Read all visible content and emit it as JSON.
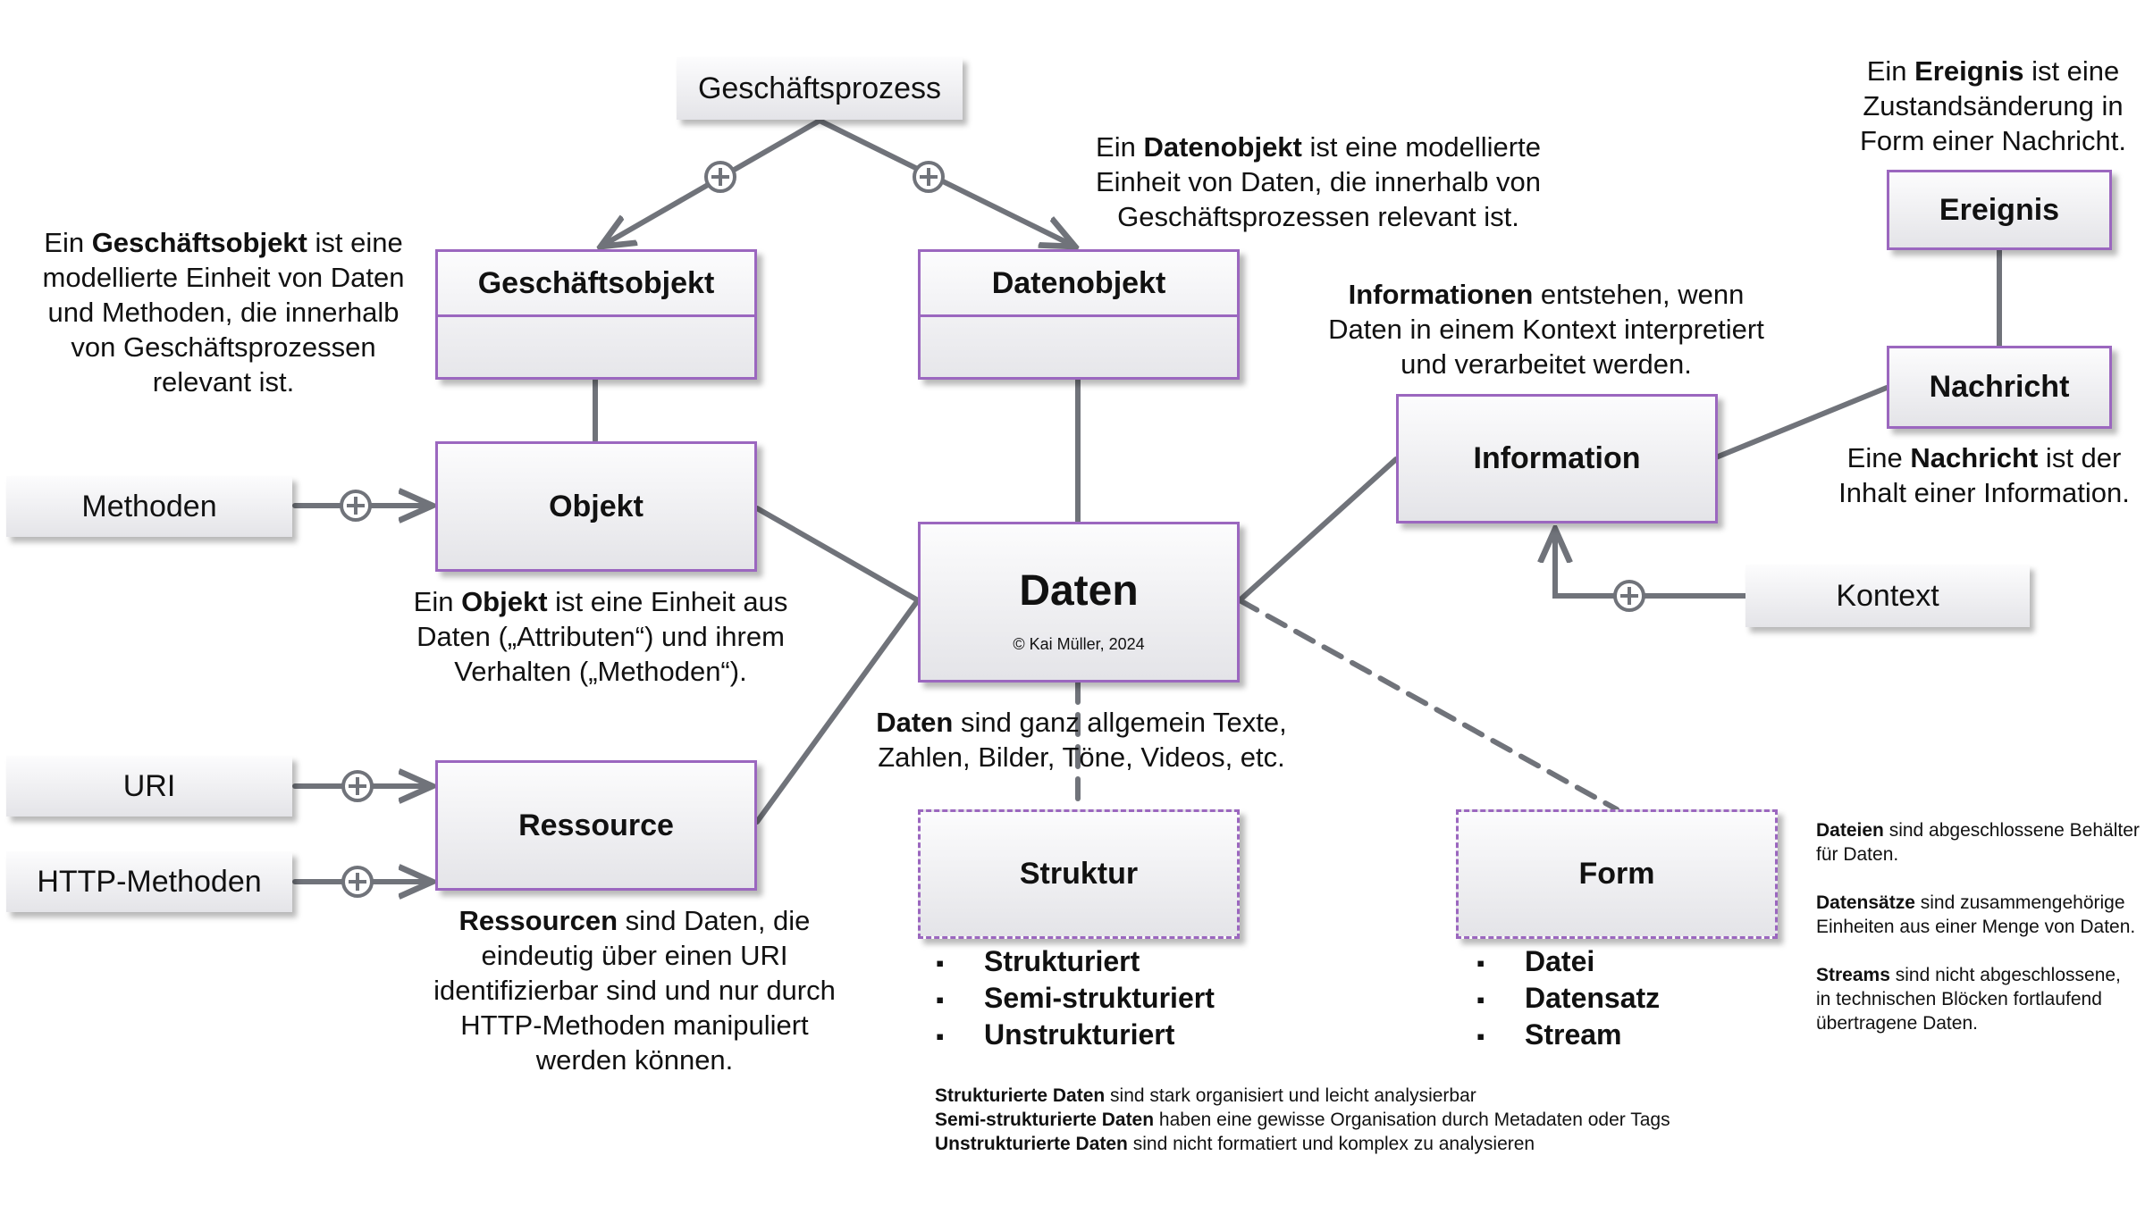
{
  "colors": {
    "border": "#9b67bf",
    "line": "#70737a",
    "box_light": "#fcfcfd",
    "box_dark": "#e4e4e8"
  },
  "boxes": {
    "geschaeftsprozess": "Geschäftsprozess",
    "geschaeftsobjekt": "Geschäftsobjekt",
    "datenobjekt": "Datenobjekt",
    "objekt": "Objekt",
    "methoden": "Methoden",
    "daten": "Daten",
    "copyright": "© Kai Müller, 2024",
    "information": "Information",
    "ereignis": "Ereignis",
    "nachricht": "Nachricht",
    "kontext": "Kontext",
    "uri": "URI",
    "http_methoden": "HTTP-Methoden",
    "ressource": "Ressource",
    "struktur": "Struktur",
    "form": "Form"
  },
  "descriptions": {
    "geschaeftsobjekt": {
      "pre": "Ein ",
      "bold": "Geschäftsobjekt",
      "post": " ist eine modellierte Einheit von Daten und Methoden, die innerhalb von Geschäftsprozessen relevant ist."
    },
    "datenobjekt": {
      "pre": "Ein ",
      "bold": "Datenobjekt",
      "post": " ist eine modellierte Einheit von Daten, die innerhalb von Geschäftsprozessen relevant ist."
    },
    "information": {
      "pre": "",
      "bold": "Informationen",
      "post": " entstehen, wenn Daten in einem Kontext interpretiert und verarbeitet werden."
    },
    "ereignis": {
      "pre": "Ein ",
      "bold": "Ereignis",
      "post": " ist eine Zustandsänderung in Form einer Nachricht."
    },
    "nachricht": {
      "pre": "Eine ",
      "bold": "Nachricht",
      "post": " ist der Inhalt einer Information."
    },
    "objekt": {
      "pre": "Ein ",
      "bold": "Objekt",
      "post": " ist eine Einheit aus Daten („Attributen“) und ihrem Verhalten („Methoden“)."
    },
    "daten": {
      "pre": "",
      "bold": "Daten",
      "post": " sind ganz allgemein Texte, Zahlen, Bilder, Töne, Videos, etc."
    },
    "ressource": {
      "pre": "",
      "bold": "Ressourcen",
      "post": " sind Daten, die eindeutig über einen URI identifizierbar sind und nur durch HTTP-Methoden manipuliert werden können."
    }
  },
  "struktur_items": [
    "Strukturiert",
    "Semi-strukturiert",
    "Unstrukturiert"
  ],
  "form_items": [
    "Datei",
    "Datensatz",
    "Stream"
  ],
  "struktur_notes": [
    {
      "bold": "Strukturierte Daten",
      "text": " sind stark organisiert und leicht analysierbar"
    },
    {
      "bold": "Semi-strukturierte Daten",
      "text": " haben eine gewisse Organisation durch Metadaten oder Tags"
    },
    {
      "bold": "Unstrukturierte Daten",
      "text": " sind nicht formatiert und komplex zu analysieren"
    }
  ],
  "form_notes": [
    {
      "bold": "Dateien",
      "text": " sind abgeschlossene Behälter für Daten."
    },
    {
      "bold": "Datensätze",
      "text": " sind zusammengehörige Einheiten aus einer Menge von Daten."
    },
    {
      "bold": "Streams",
      "text": " sind nicht abgeschlossene, in technischen Blöcken fortlaufend übertragene Daten."
    }
  ]
}
